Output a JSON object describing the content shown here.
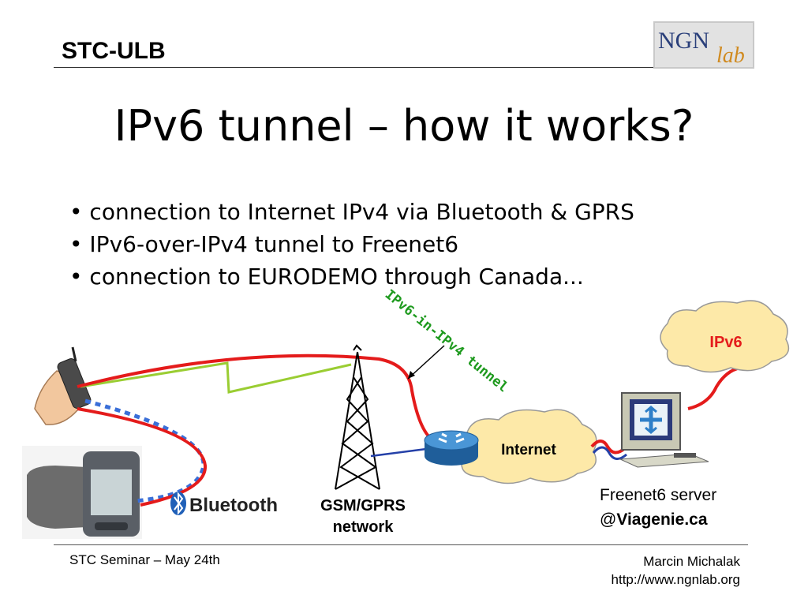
{
  "header": {
    "org": "STC-ULB",
    "logo_text_main": "NGN",
    "logo_text_sub": "lab"
  },
  "title": "IPv6 tunnel – how it works?",
  "bullets": [
    "connection to Internet IPv4 via Bluetooth & GPRS",
    "IPv6-over-IPv4 tunnel to Freenet6",
    "connection to EURODEMO through Canada..."
  ],
  "diagram": {
    "tunnel_label": "IPv6-in-IPv4 tunnel",
    "ipv6_cloud_label": "IPv6",
    "internet_cloud_label": "Internet",
    "bluetooth_label": "Bluetooth",
    "gsm_label_line1": "GSM/GPRS",
    "gsm_label_line2": "network",
    "server_label_line1": "Freenet6 server",
    "server_label_prefix": "@",
    "server_label_host": "Viagenie.ca"
  },
  "footer": {
    "left": "STC Seminar – May 24th",
    "right_line1": "Marcin Michalak",
    "right_line2": "http://www.ngnlab.org"
  },
  "colors": {
    "tunnel_path": "#e41b1b",
    "tunnel_label": "#1e9a1e",
    "gprs_link": "#9acd32",
    "bluetooth_link": "#3a6fd8",
    "cloud_fill": "#fde9a8",
    "ipv6_text": "#e41b1b",
    "router": "#2f7fc8"
  }
}
